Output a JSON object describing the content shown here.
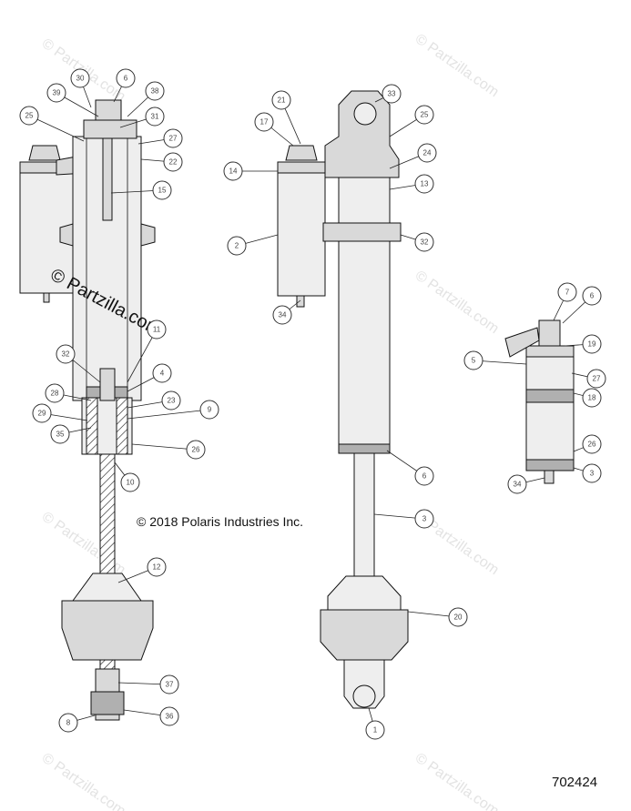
{
  "copyright": "© 2018 Polaris Industries Inc.",
  "watermark_main": "© Partzilla.com",
  "watermark_faint": "© Partzilla.com",
  "drawing_number": "702424",
  "callouts": {
    "left_assembly": [
      "30",
      "6",
      "38",
      "39",
      "31",
      "25",
      "27",
      "22",
      "15",
      "11",
      "32",
      "4",
      "28",
      "23",
      "9",
      "29",
      "35",
      "26",
      "10",
      "12",
      "37",
      "36",
      "8"
    ],
    "center_assembly": [
      "21",
      "33",
      "17",
      "25",
      "24",
      "14",
      "13",
      "2",
      "32",
      "34",
      "6",
      "3",
      "20",
      "1"
    ],
    "right_assembly": [
      "7",
      "6",
      "19",
      "5",
      "27",
      "18",
      "26",
      "3",
      "34"
    ]
  }
}
